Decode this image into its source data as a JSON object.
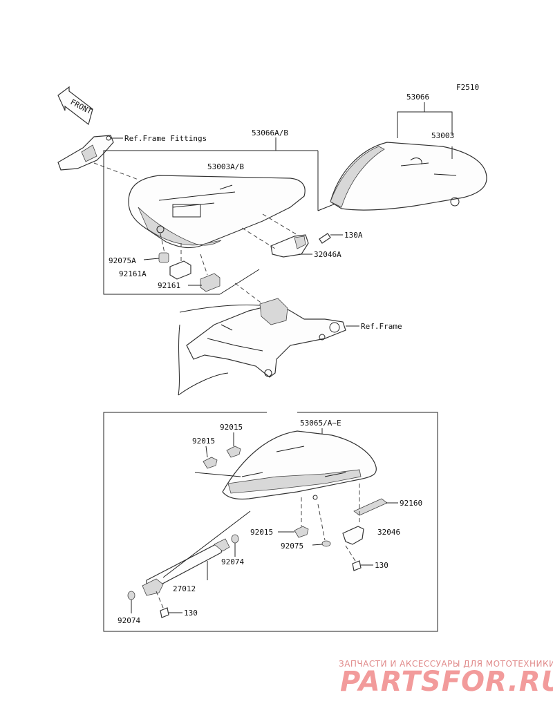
{
  "figure_code": "F2510",
  "front_label": "FRONT",
  "labels": {
    "ref_frame_fittings": "Ref.Frame Fittings",
    "p53066ab": "53066A/B",
    "p53003ab": "53003A/B",
    "p53066": "53066",
    "p53003": "53003",
    "p130a": "130A",
    "p32046a": "32046A",
    "p92075a": "92075A",
    "p92161a": "92161A",
    "p92161": "92161",
    "ref_frame": "Ref.Frame",
    "p92015_top": "92015",
    "p92015_mid": "92015",
    "p53065": "53065/A~E",
    "p92160": "92160",
    "p32046": "32046",
    "p92015_low": "92015",
    "p92075": "92075",
    "p130_right": "130",
    "p92074_upper": "92074",
    "p27012": "27012",
    "p92074_lower": "92074",
    "p130_left": "130"
  },
  "watermark": {
    "tagline": "ЗАПЧАСТИ И АКСЕССУАРЫ ДЛЯ МОТОТЕХНИКИ",
    "brand": "PARTSFOR.RU"
  },
  "colors": {
    "line": "#222222",
    "watermark": "#f29b9b"
  }
}
